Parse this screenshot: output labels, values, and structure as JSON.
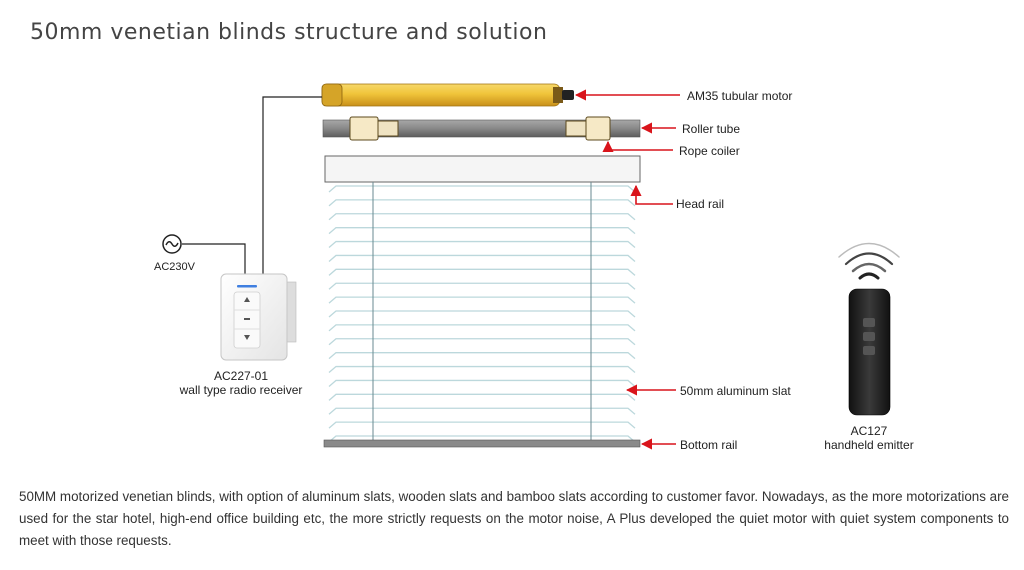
{
  "title": "50mm venetian blinds structure and solution",
  "labels": {
    "motor": "AM35 tubular motor",
    "roller_tube": "Roller tube",
    "rope_coiler": "Rope coiler",
    "head_rail": "Head rail",
    "slat": "50mm aluminum slat",
    "bottom_rail": "Bottom rail",
    "power": "AC230V",
    "receiver_model": "AC227-01",
    "receiver_desc": "wall type radio receiver",
    "emitter_model": "AC127",
    "emitter_desc": "handheld emitter"
  },
  "description": "50MM motorized venetian blinds, with option of aluminum slats, wooden slats and bamboo slats according to customer favor. Nowadays, as the more motorizations are used for the star hotel, high-end office building etc, the more strictly requests on the motor noise, A Plus developed the quiet motor with quiet system components to meet with those requests.",
  "colors": {
    "motor": "#e8b21c",
    "arrow": "#d9141b",
    "slat": "#bcd8dc",
    "rail": "#7d7d7d",
    "led": "#3f7fe0",
    "remote": "#222222"
  },
  "icons": [
    "ac-power-icon",
    "wifi-signal-icon",
    "arrow-icon"
  ]
}
